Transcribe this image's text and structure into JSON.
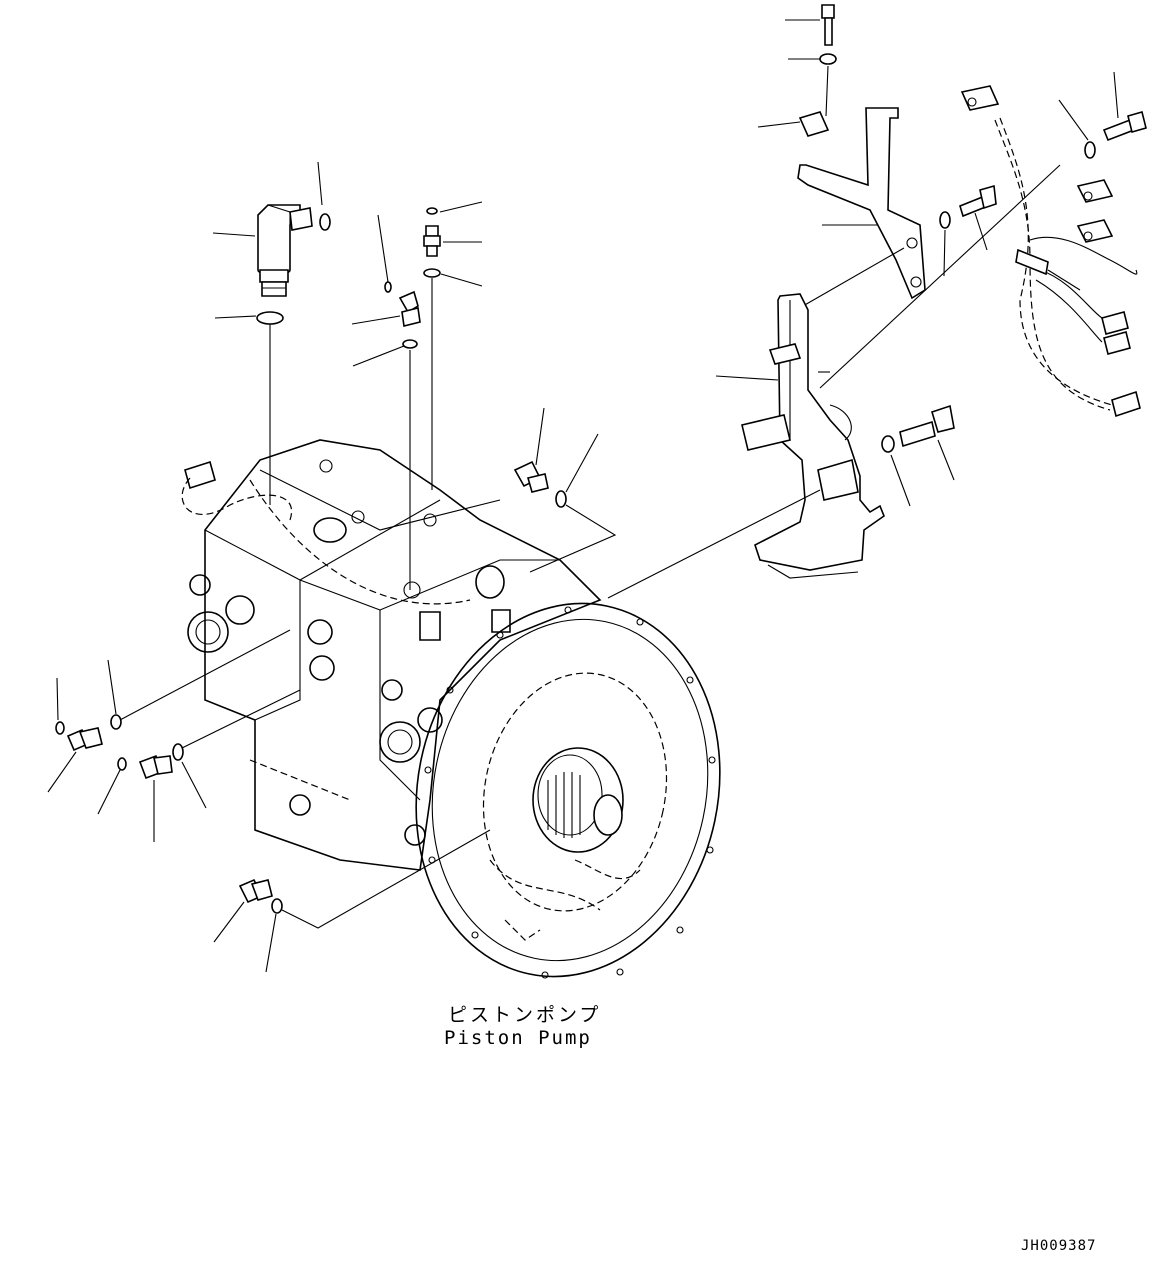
{
  "diagram": {
    "caption_jp": "ピストンポンプ",
    "caption_en": "Piston Pump",
    "drawing_code": "JH009387"
  },
  "icons": {
    "pump": "piston-pump-assembly",
    "bracket": "mounting-bracket",
    "harness": "wiring-harness-solenoids",
    "sensor": "pressure-sensor",
    "fittings": "elbow-fittings-o-rings"
  }
}
